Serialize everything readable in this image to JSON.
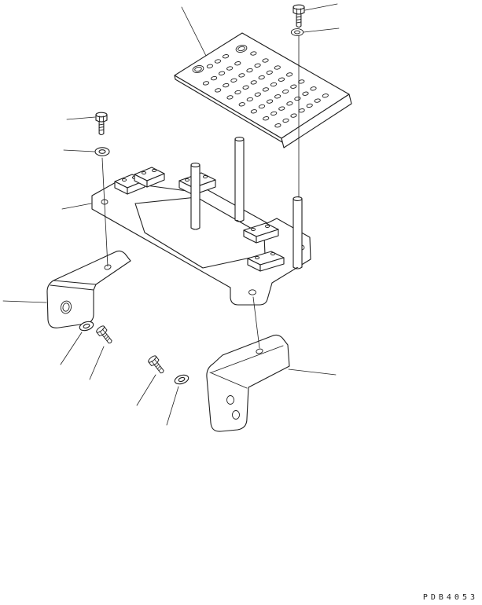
{
  "page": {
    "background_color": "#ffffff",
    "line_color": "#1f1f1f",
    "drawing_code": "PDB4053"
  },
  "diagram": {
    "type": "exploded-parts-diagram",
    "subject": "step-plate-assembly",
    "parts": [
      {
        "name": "perforated-step-plate",
        "kind": "plate"
      },
      {
        "name": "hex-bolt-upper",
        "kind": "bolt"
      },
      {
        "name": "washer-upper",
        "kind": "washer"
      },
      {
        "name": "hex-bolt-left",
        "kind": "bolt"
      },
      {
        "name": "washer-left",
        "kind": "washer"
      },
      {
        "name": "mounting-frame",
        "kind": "frame"
      },
      {
        "name": "guide-post-left",
        "kind": "post"
      },
      {
        "name": "guide-post-center",
        "kind": "post"
      },
      {
        "name": "guide-post-right",
        "kind": "post"
      },
      {
        "name": "bracket-lower-left",
        "kind": "bracket"
      },
      {
        "name": "washer-lower-left",
        "kind": "washer"
      },
      {
        "name": "hex-bolt-lower-left",
        "kind": "bolt"
      },
      {
        "name": "hex-bolt-lower-middle",
        "kind": "bolt"
      },
      {
        "name": "washer-lower-middle",
        "kind": "washer"
      },
      {
        "name": "bracket-lower-right",
        "kind": "bracket"
      }
    ],
    "leader_line_count": 12
  }
}
